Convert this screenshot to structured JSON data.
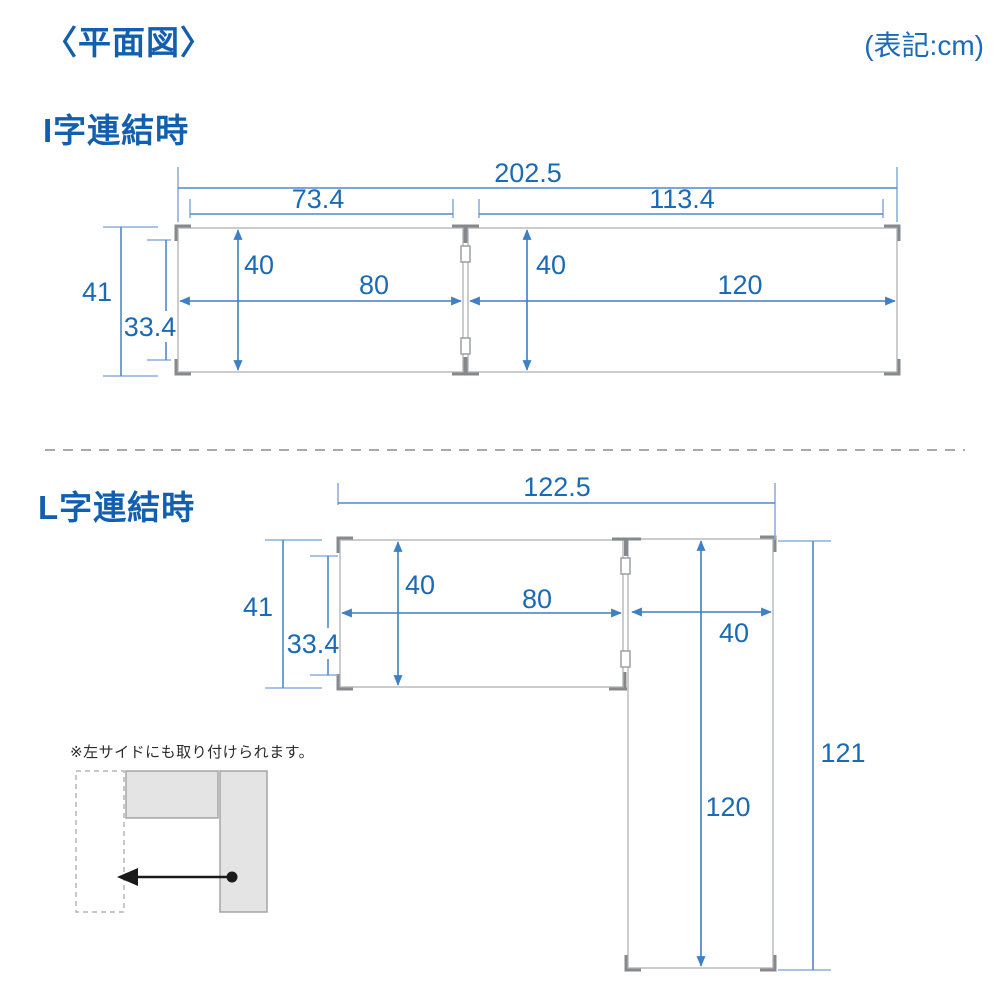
{
  "header": {
    "title": "〈平面図〉",
    "unit": "(表記:cm)"
  },
  "i_section": {
    "title": "I字連結時",
    "dims": {
      "total_width": "202.5",
      "left_top_width": "73.4",
      "right_top_width": "113.4",
      "left_depth": "40",
      "left_width": "80",
      "right_depth": "40",
      "right_width": "120",
      "outer_depth": "41",
      "inner_depth": "33.4"
    }
  },
  "l_section": {
    "title": "L字連結時",
    "dims": {
      "top_total_width": "122.5",
      "outer_depth": "41",
      "inner_depth": "33.4",
      "desk_depth": "40",
      "desk_width": "80",
      "side_depth": "40",
      "side_length": "120",
      "side_total_length": "121"
    }
  },
  "note": {
    "text": "※左サイドにも取り付けられます。"
  },
  "colors": {
    "title_blue": "#115fae",
    "label_blue": "#1a6ab5",
    "dim_line_blue": "#4e89cb",
    "ext_line_blue": "#8ab1de",
    "panel_outline_gray": "#b9bcbe",
    "bracket_gray": "#85898c",
    "note_fill_gray": "#e4e4e5"
  }
}
